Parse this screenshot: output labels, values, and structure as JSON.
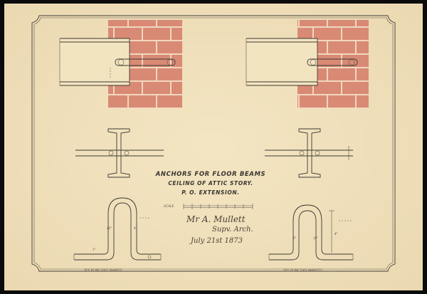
{
  "title": {
    "line1": "ANCHORS FOR FLOOR BEAMS",
    "line2": "CEILING OF ATTIC STORY.",
    "line3": "P. O. EXTENSION."
  },
  "scale_label": "SCALE",
  "signature": {
    "line1": "Mr A. Mullett",
    "line2": "Supv. Arch.",
    "line3": "July 21st 1873"
  },
  "left_caption": "SEE PLAN THIS SHAPED",
  "right_caption": "SEE PLAN THIS WANTED",
  "dimension_marks": [
    "12\"",
    "4\"",
    "1\"",
    "6\"",
    "18\"",
    "4\""
  ],
  "colors": {
    "paper": "#f3e4c0",
    "brick": "#d98a74",
    "mortar": "#f1d7c0",
    "ink": "#3e3a35",
    "border_outer": "#0a0a0a"
  }
}
